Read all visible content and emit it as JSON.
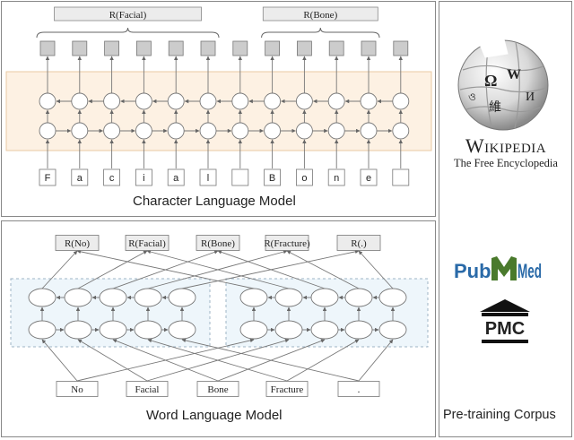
{
  "char_model": {
    "caption": "Character Language Model",
    "chars": [
      "F",
      "a",
      "c",
      "i",
      "a",
      "l",
      "",
      "B",
      "o",
      "n",
      "e",
      ""
    ],
    "representations": [
      {
        "label": "R(Facial)",
        "span": [
          0,
          5
        ]
      },
      {
        "label": "R(Bone)",
        "span": [
          7,
          10
        ]
      }
    ]
  },
  "word_model": {
    "caption": "Word Language Model",
    "words": [
      "No",
      "Facial",
      "Bone",
      "Fracture",
      "."
    ],
    "outputs": [
      "R(No)",
      "R(Facial)",
      "R(Bone)",
      "R(Fracture)",
      "R(.)"
    ]
  },
  "corpus": {
    "caption": "Pre-training Corpus",
    "wikipedia_title": "Wikipedia",
    "wikipedia_subtitle": "The Free Encyclopedia",
    "pubmed_pub": "Pub",
    "pubmed_med": "Med",
    "pmc": "PMC"
  },
  "colors": {
    "char_band": "#fdf1e3",
    "char_band_border": "#e9c9a3",
    "word_band": "#eef6fb",
    "word_band_border": "#9fb4c4",
    "output_box": "#cccccc",
    "label_box": "#ededed",
    "pubmed_blue": "#2a6aa8",
    "pubmed_green": "#4a7a2c"
  }
}
